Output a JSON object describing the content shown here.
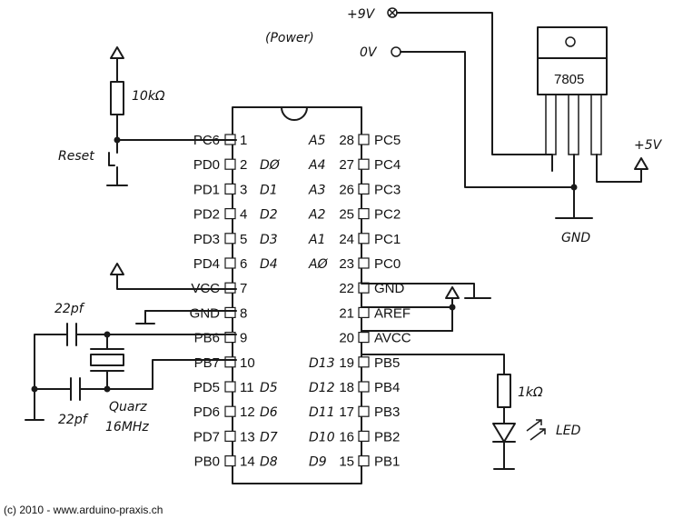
{
  "chip": {
    "left_pins": [
      {
        "num": "1",
        "port": "PC6",
        "arduino": ""
      },
      {
        "num": "2",
        "port": "PD0",
        "arduino": "DØ"
      },
      {
        "num": "3",
        "port": "PD1",
        "arduino": "D1"
      },
      {
        "num": "4",
        "port": "PD2",
        "arduino": "D2"
      },
      {
        "num": "5",
        "port": "PD3",
        "arduino": "D3"
      },
      {
        "num": "6",
        "port": "PD4",
        "arduino": "D4"
      },
      {
        "num": "7",
        "port": "VCC",
        "arduino": ""
      },
      {
        "num": "8",
        "port": "GND",
        "arduino": ""
      },
      {
        "num": "9",
        "port": "PB6",
        "arduino": ""
      },
      {
        "num": "10",
        "port": "PB7",
        "arduino": ""
      },
      {
        "num": "11",
        "port": "PD5",
        "arduino": "D5"
      },
      {
        "num": "12",
        "port": "PD6",
        "arduino": "D6"
      },
      {
        "num": "13",
        "port": "PD7",
        "arduino": "D7"
      },
      {
        "num": "14",
        "port": "PB0",
        "arduino": "D8"
      }
    ],
    "right_pins": [
      {
        "num": "28",
        "port": "PC5",
        "arduino": "A5"
      },
      {
        "num": "27",
        "port": "PC4",
        "arduino": "A4"
      },
      {
        "num": "26",
        "port": "PC3",
        "arduino": "A3"
      },
      {
        "num": "25",
        "port": "PC2",
        "arduino": "A2"
      },
      {
        "num": "24",
        "port": "PC1",
        "arduino": "A1"
      },
      {
        "num": "23",
        "port": "PC0",
        "arduino": "AØ"
      },
      {
        "num": "22",
        "port": "GND",
        "arduino": ""
      },
      {
        "num": "21",
        "port": "AREF",
        "arduino": ""
      },
      {
        "num": "20",
        "port": "AVCC",
        "arduino": ""
      },
      {
        "num": "19",
        "port": "PB5",
        "arduino": "D13"
      },
      {
        "num": "18",
        "port": "PB4",
        "arduino": "D12"
      },
      {
        "num": "17",
        "port": "PB3",
        "arduino": "D11"
      },
      {
        "num": "16",
        "port": "PB2",
        "arduino": "D10"
      },
      {
        "num": "15",
        "port": "PB1",
        "arduino": "D9"
      }
    ]
  },
  "labels": {
    "power": "(Power)",
    "plus9v": "+9V",
    "zero_v": "0V",
    "regulator": "7805",
    "plus5v": "+5V",
    "gnd": "GND",
    "reset": "Reset",
    "r_pullup": "10kΩ",
    "r_led": "1kΩ",
    "led": "LED",
    "cap_top": "22pf",
    "cap_bottom": "22pf",
    "quartz_1": "Quarz",
    "quartz_2": "16MHz",
    "copyright": "(c) 2010 - www.arduino-praxis.ch"
  }
}
